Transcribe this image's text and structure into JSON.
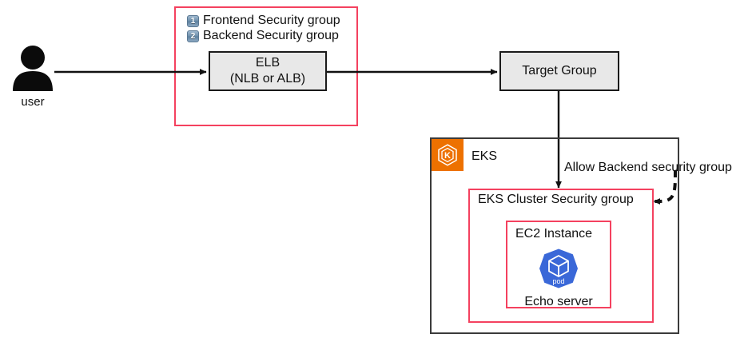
{
  "diagram": {
    "title": "AWS EKS load balancing security group diagram",
    "colors": {
      "security_group_border": "#f4415f",
      "outer_boundary": "#3b3b3b",
      "box_fill": "#e8e8e8",
      "box_border": "#1a1a1a",
      "eks_orange": "#ed7100",
      "pod_blue": "#3a68d8",
      "arrow": "#111111",
      "text": "#111111"
    },
    "actor": {
      "icon": "user-icon",
      "caption": "user"
    },
    "frontend_sg": {
      "legend": [
        {
          "number": "1",
          "label": "Frontend Security group"
        },
        {
          "number": "2",
          "label": "Backend Security group"
        }
      ],
      "elb": {
        "line1": "ELB",
        "line2": "(NLB or ALB)"
      }
    },
    "target_group": {
      "label": "Target Group"
    },
    "eks": {
      "icon": "eks-icon",
      "label": "EKS",
      "cluster_sg": {
        "label": "EKS Cluster Security group",
        "ec2": {
          "label": "EC2 Instance",
          "pod": {
            "icon": "kubernetes-pod-icon",
            "icon_caption": "pod",
            "label": "Echo server"
          }
        }
      }
    },
    "annotations": {
      "allow_rule": "Allow Backend security group"
    }
  }
}
